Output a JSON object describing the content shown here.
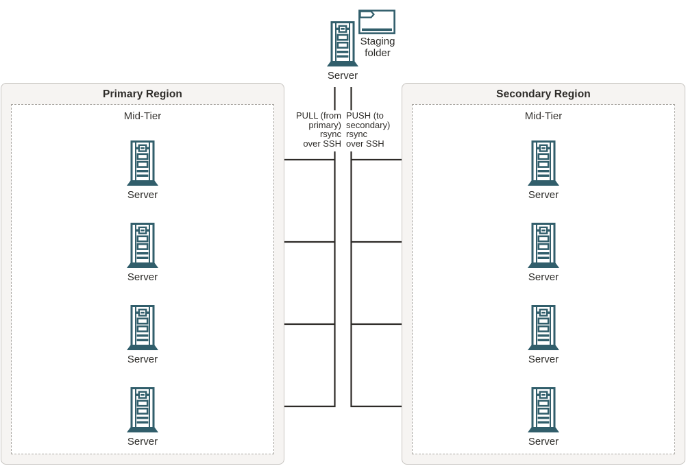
{
  "topology": {
    "source": {
      "server_label": "Server",
      "folder_lines": [
        "Staging",
        "folder"
      ]
    },
    "links": {
      "pull_lines": [
        "PULL (from",
        "primary)",
        "rsync",
        "over SSH"
      ],
      "push_lines": [
        "PUSH (to",
        "secondary)",
        "rsync",
        "over SSH"
      ]
    },
    "regions": [
      {
        "title": "Primary Region",
        "tier": "Mid-Tier",
        "servers": [
          "Server",
          "Server",
          "Server",
          "Server"
        ]
      },
      {
        "title": "Secondary Region",
        "tier": "Mid-Tier",
        "servers": [
          "Server",
          "Server",
          "Server",
          "Server"
        ]
      }
    ]
  },
  "colors": {
    "icon_teal": "#315e6b",
    "line_dark": "#2d2a27",
    "region_fill": "#f6f4f2",
    "region_border": "#c7c4c0",
    "dashed_border": "#a8a5a0",
    "text_dark": "#2b2a28"
  }
}
